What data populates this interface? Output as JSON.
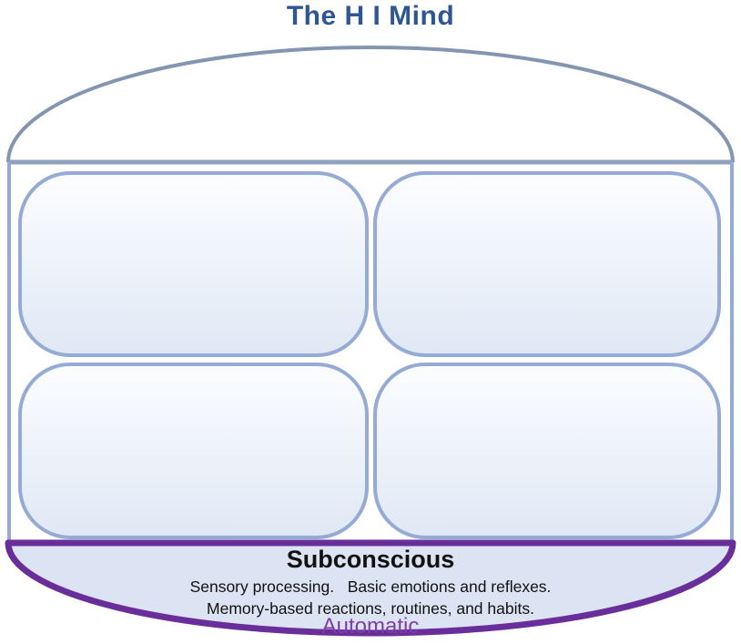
{
  "title": "The H I Mind",
  "boxes": [
    {
      "name": "top-left-box",
      "label": ""
    },
    {
      "name": "top-right-box",
      "label": ""
    },
    {
      "name": "bottom-left-box",
      "label": ""
    },
    {
      "name": "bottom-right-box",
      "label": ""
    }
  ],
  "subconscious": {
    "heading": "Subconscious",
    "line1": "Sensory processing.   Basic emotions and reflexes.",
    "line2": "Memory-based reactions, routines, and habits.",
    "footer": "Automatic"
  },
  "colors": {
    "title_text": "#2D5693",
    "outline_steel": "#8495B1",
    "outline_steel_light": "#8DA0BE",
    "outline_periwinkle": "#95AAD5",
    "box_fill_top": "#FCFDFF",
    "box_fill_bottom": "#E0E8F5",
    "band_fill": "#DCE3F3",
    "band_border": "#6A2E9B",
    "automatic_text": "#7D3CA8",
    "body_text": "#111111"
  }
}
